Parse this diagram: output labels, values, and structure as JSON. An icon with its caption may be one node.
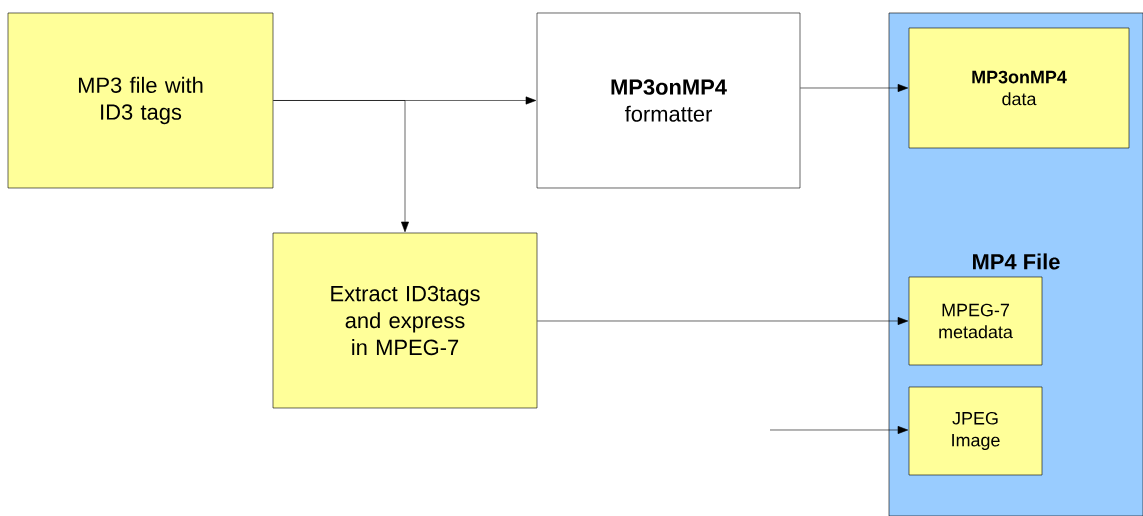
{
  "diagram": {
    "nodes": [
      {
        "text": [
          "MP3 file with ID3 tags"
        ]
      },
      {
        "text": [
          "MP3onMP4",
          "formatter"
        ]
      },
      {
        "text": [
          "Extract ID3tags and express in MPEG-7"
        ]
      },
      {
        "text": [
          "MP4 File"
        ]
      },
      {
        "text": [
          "MP3onMP4",
          "data"
        ],
        "in": 3
      },
      {
        "text": [
          "MPEG-7 metadata"
        ],
        "in": 3
      },
      {
        "text": [
          "JPEG Image"
        ],
        "in": 3
      }
    ],
    "edges": [
      {
        "from": 0,
        "to": 1,
        "arrow": "to"
      },
      {
        "from": 0,
        "to": 2,
        "arrow": "to"
      },
      {
        "from": 1,
        "to": 4,
        "arrow": "to"
      },
      {
        "from": 2,
        "to": 5,
        "arrow": "to"
      },
      {
        "from": null,
        "to": 6,
        "arrow": "to"
      }
    ]
  }
}
